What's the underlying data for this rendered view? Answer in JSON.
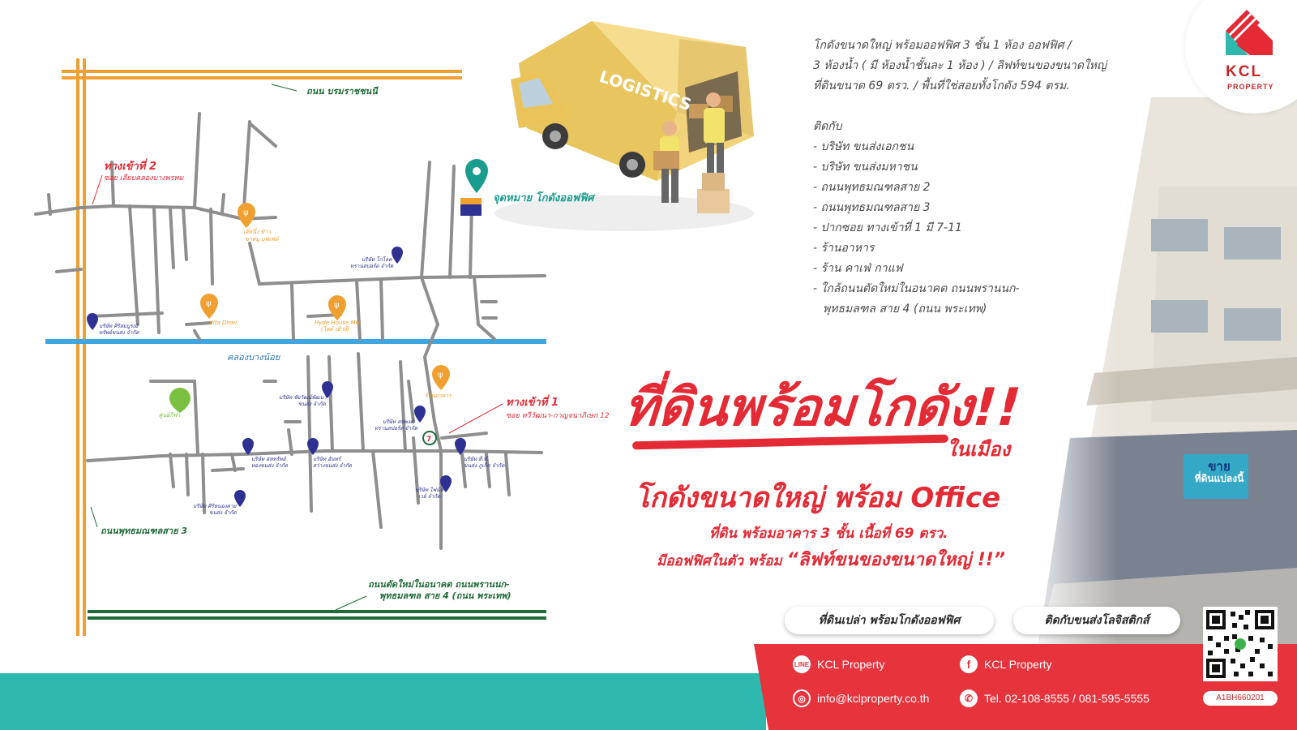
{
  "brand": {
    "name": "KCL",
    "sub": "PROPERTY",
    "colors": {
      "red": "#e42a35",
      "teal": "#2fb8ad",
      "orange": "#f0a030",
      "green": "#1f6b3a",
      "blue": "#3ea6e0",
      "navy": "#2e3192"
    }
  },
  "description": {
    "line1": "โกดังขนาดใหญ่ พร้อมออฟฟิศ  3 ชั้น 1 ห้อง ออฟฟิศ /",
    "line2": "3 ห้องน้ำ ( มี ห้องน้ำชั้นละ 1 ห้อง ) / ลิฟท์ขนของขนาดใหญ่",
    "line3": "ที่ดินขนาด 69 ตรว. / พื้นที่ใช่สอยทั้งโกดัง 594 ตรม.",
    "nearby_title": "ติดกับ",
    "nearby": [
      "- บริษัท ขนส่งเอกชน",
      "- บริษัท ขนส่งมหาชน",
      "- ถนนพุทธมณฑลสาย 2",
      "- ถนนพุทธมณฑลสาย 3",
      "- ปากซอย ทางเข้าที่  1  มี 7-11",
      "- ร้านอาหาร",
      "- ร้าน คาเฟ่ กาแฟ",
      "- ใกล้ถนนตัดใหม่ในอนาคต ถนนพรานนก-"
    ],
    "nearby_cont": "พุทธมลฑล สาย 4 (ถนน พระเทพ)"
  },
  "headline": {
    "main": "ที่ดินพร้อมโกดัง!!",
    "sub_tag": "ในเมือง",
    "sub1": "โกดังขนาดใหญ่ พร้อม Office",
    "sub2": "ที่ดิน พร้อมอาคาร 3 ชั้น เนื้อที่ 69 ตรว.",
    "sub3_prefix": "มีออฟฟิศในตัว พร้อม ",
    "sub3_highlight": "“ลิฟท์ขนของขนาดใหญ่ !!”"
  },
  "pills": {
    "left": "ที่ดินเปล่า พร้อมโกดังออฟฟิศ",
    "right": "ติดกับขนส่งโลจิสติกส์"
  },
  "contact": {
    "line": "KCL Property",
    "facebook": "KCL Property",
    "email": "info@kclproperty.co.th",
    "tel": "Tel. 02-108-8555 / 081-595-5555",
    "code": "A1BH660201"
  },
  "truck_text": "LOGISTICS",
  "sign": {
    "line1": "ขาย",
    "line2": "ที่ดินแปลงนี้"
  },
  "map": {
    "road_top": "ถนน บรมราชชนนี",
    "road_left": "ถนนพุทธมณฑลสาย 3",
    "road_bottom_1": "ถนนตัดใหม่ในอนาคต ถนนพรานนก-",
    "road_bottom_2": "พุทธมลฑล สาย 4 (ถนน พระเทพ)",
    "canal": "คลองบางน้อย",
    "entrance2_title": "ทางเข้าที่ 2",
    "entrance2_sub": "ซอย เลียบคลองบางพรหม",
    "entrance1_title": "ทางเข้าที่ 1",
    "entrance1_sub": "ซอย ทวีวัฒนา-กาญจนาภิเษก 12",
    "target": "จุดหมาย โกดังออฟฟิศ",
    "places": {
      "food1_a": "เจ๊หนึ่ง ข้าว",
      "food1_b": "ขาหมู บุฟเฟ่ต์",
      "food2": "Vita Diner",
      "food3_a": "Hyde House MH",
      "food3_b": "(ไฮด์ เฮ้าส์)",
      "food4": "ร้านอาหาร",
      "park": "ศูนย์กีฬา",
      "co1_a": "บริษัท ศิริสมบูรณ์",
      "co1_b": "ทรัพย์ขนส่ง จำกัด",
      "co2_a": "บริษัท โกโลค",
      "co2_b": "ทรานสปอร์ต จำกัด",
      "co3_a": "บริษัท ชัยวัฒน์พัฒนา",
      "co3_b": "ขนส่ง จำกัด",
      "co4_a": "บริษัท สหพงศ์",
      "co4_b": "ทรานสปอร์ต จำกัด",
      "co5_a": "บริษัท สหทรัพย์",
      "co5_b": "ทองขนส่ง จำกัด",
      "co6_a": "บริษัท อันทร์",
      "co6_b": "สว่างขนส่ง จำกัด",
      "co7_a": "บริษัท ที.ที.",
      "co7_b": "ขนส่ง ภูเก็ต จำกัด",
      "co8_a": "บริษัท ไฟน์ท",
      "co8_b": "เวย์ จำกัด",
      "co9_a": "บริษัท ศิริหนองคาย",
      "co9_b": "ขนส่ง จำกัด"
    }
  }
}
